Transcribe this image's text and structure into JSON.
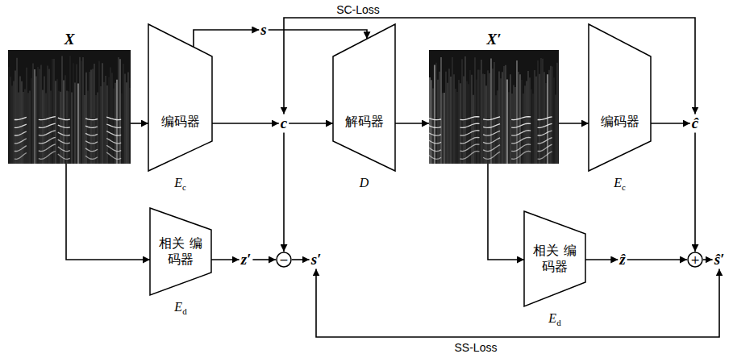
{
  "diagram": {
    "nodes": [
      {
        "text": [
          "X"
        ]
      },
      {
        "text": [
          "编码器",
          "Ec"
        ]
      },
      {
        "text": [
          "s"
        ]
      },
      {
        "text": [
          "c"
        ]
      },
      {
        "text": [
          "解码器",
          "D"
        ]
      },
      {
        "text": [
          "X′"
        ]
      },
      {
        "text": [
          "编码器",
          "Ec"
        ]
      },
      {
        "text": [
          "ĉ"
        ]
      },
      {
        "text": [
          "相关 编码器",
          "Ed"
        ]
      },
      {
        "text": [
          "z′"
        ]
      },
      {
        "text": [
          "−"
        ]
      },
      {
        "text": [
          "s′"
        ]
      },
      {
        "text": [
          "相关 编码器",
          "Ed"
        ]
      },
      {
        "text": [
          "ẑ"
        ]
      },
      {
        "text": [
          "+"
        ]
      },
      {
        "text": [
          "ŝ′"
        ]
      }
    ],
    "edges": [
      {
        "from": 0,
        "to": 1,
        "arrow": "to"
      },
      {
        "from": 1,
        "to": 2,
        "arrow": "to"
      },
      {
        "from": 1,
        "to": 3,
        "arrow": "to"
      },
      {
        "from": 2,
        "to": 4,
        "arrow": "to"
      },
      {
        "from": 3,
        "to": 4,
        "arrow": "to"
      },
      {
        "from": 4,
        "to": 5,
        "arrow": "to"
      },
      {
        "from": 5,
        "to": 6,
        "arrow": "to"
      },
      {
        "from": 6,
        "to": 7,
        "arrow": "to"
      },
      {
        "from": 0,
        "to": 8,
        "arrow": "to"
      },
      {
        "from": 8,
        "to": 9,
        "arrow": "to"
      },
      {
        "from": 9,
        "to": 10,
        "arrow": "to"
      },
      {
        "from": 3,
        "to": 10,
        "arrow": "to"
      },
      {
        "from": 10,
        "to": 11,
        "arrow": "to"
      },
      {
        "from": 5,
        "to": 12,
        "arrow": "to"
      },
      {
        "from": 12,
        "to": 13,
        "arrow": "to"
      },
      {
        "from": 13,
        "to": 14,
        "arrow": "to"
      },
      {
        "from": 7,
        "to": 14,
        "arrow": "to"
      },
      {
        "from": 14,
        "to": 15,
        "arrow": "to"
      },
      {
        "from": 3,
        "to": 7,
        "label": "SC-Loss",
        "arrow": "both"
      },
      {
        "from": 11,
        "to": 15,
        "label": "SS-Loss",
        "arrow": "both"
      }
    ]
  }
}
